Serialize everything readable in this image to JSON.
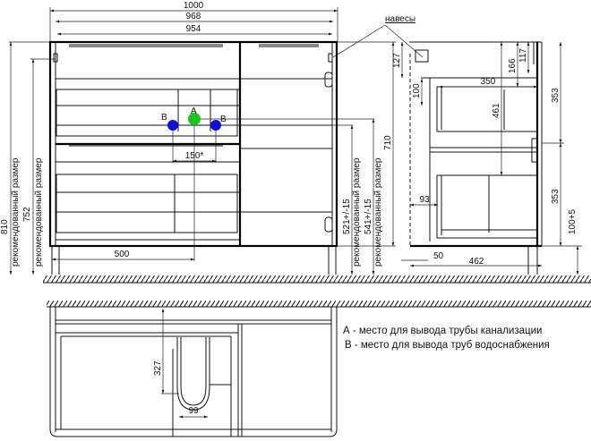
{
  "dimensions": {
    "width_total": "1000",
    "width_968": "968",
    "width_954": "954",
    "drain_offset": "500",
    "supply_spacing": "150*",
    "height_810": "810",
    "height_752": "752",
    "height_521": "521+/-15",
    "height_541": "541+/-15",
    "height_710": "710",
    "hinge_127": "127",
    "side_100": "100",
    "side_350": "350",
    "side_461": "461",
    "side_166": "166",
    "side_117": "117",
    "side_353_top": "353",
    "side_353_bottom": "353",
    "leg_height": "100+5",
    "side_93": "93",
    "side_50": "50",
    "depth_462": "462",
    "plan_327": "327",
    "plan_99": "99"
  },
  "labels": {
    "recommended": "рекомендованный размер",
    "hinges": "навесы",
    "point_a": "A",
    "point_b": "B"
  },
  "legend": {
    "a": "А - место для вывода трубы канализации",
    "b": "В - место для вывода труб водоснабжения"
  },
  "colors": {
    "drain": "#1fc21f",
    "supply": "#1010d0"
  }
}
